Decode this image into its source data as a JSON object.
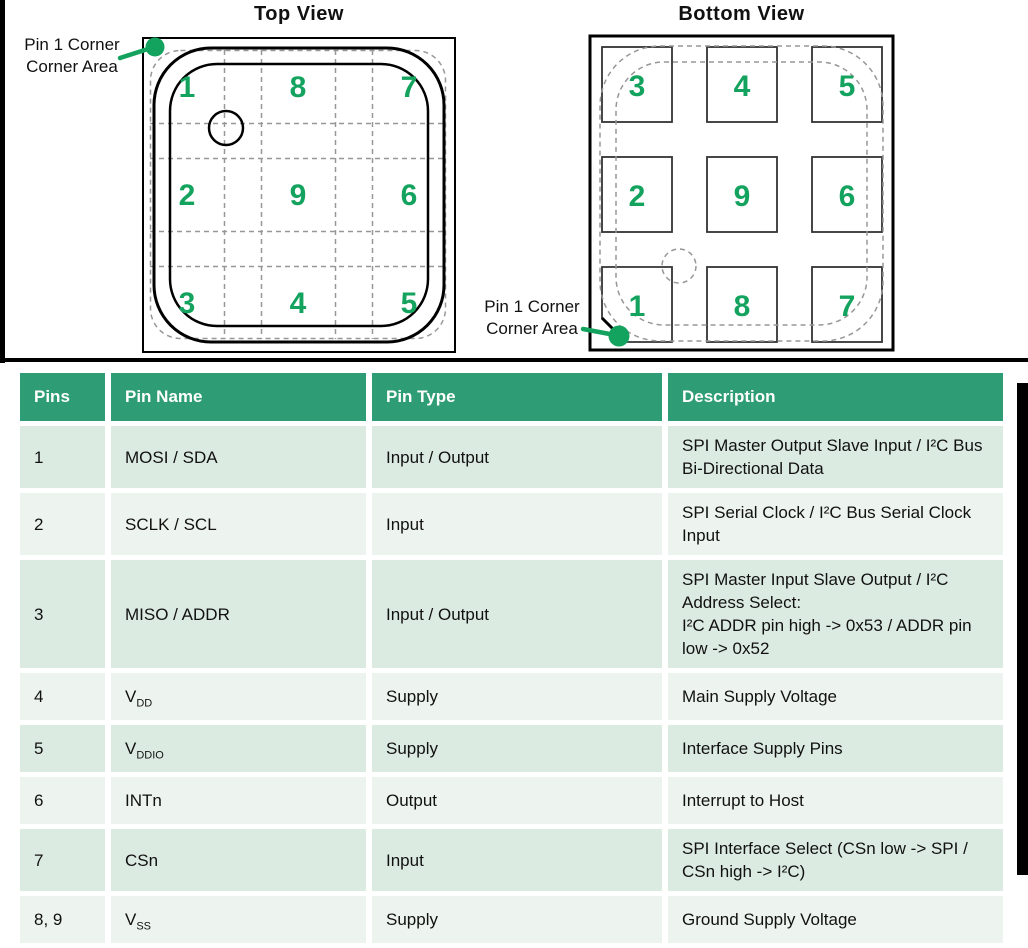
{
  "colors": {
    "accent_green": "#14a35e",
    "header_green": "#2e9d76",
    "row_dark": "#dcebe2",
    "row_light": "#edf4ef"
  },
  "diagrams": {
    "top_view": {
      "title": "Top View",
      "pins": [
        [
          "1",
          "8",
          "7"
        ],
        [
          "2",
          "9",
          "6"
        ],
        [
          "3",
          "4",
          "5"
        ]
      ],
      "label_line1": "Pin 1 Corner",
      "label_line2": "Corner Area"
    },
    "bottom_view": {
      "title": "Bottom View",
      "pins": [
        [
          "3",
          "4",
          "5"
        ],
        [
          "2",
          "9",
          "6"
        ],
        [
          "1",
          "8",
          "7"
        ]
      ],
      "label_line1": "Pin 1 Corner",
      "label_line2": "Corner Area"
    }
  },
  "table": {
    "headers": [
      "Pins",
      "Pin Name",
      "Pin Type",
      "Description"
    ],
    "rows": [
      {
        "pins": "1",
        "name": {
          "base": "MOSI / SDA",
          "sub": ""
        },
        "type": "Input / Output",
        "desc": [
          "SPI Master Output Slave Input / I²C Bus Bi-Directional Data"
        ]
      },
      {
        "pins": "2",
        "name": {
          "base": "SCLK / SCL",
          "sub": ""
        },
        "type": "Input",
        "desc": [
          "SPI Serial Clock / I²C Bus Serial Clock Input"
        ]
      },
      {
        "pins": "3",
        "name": {
          "base": "MISO / ADDR",
          "sub": ""
        },
        "type": "Input / Output",
        "desc": [
          "SPI Master Input Slave Output / I²C Address Select:",
          "I²C ADDR pin high -> 0x53 / ADDR pin low -> 0x52"
        ]
      },
      {
        "pins": "4",
        "name": {
          "base": "V",
          "sub": "DD"
        },
        "type": "Supply",
        "desc": [
          "Main Supply Voltage"
        ]
      },
      {
        "pins": "5",
        "name": {
          "base": "V",
          "sub": "DDIO"
        },
        "type": "Supply",
        "desc": [
          "Interface Supply Pins"
        ]
      },
      {
        "pins": "6",
        "name": {
          "base": "INTn",
          "sub": ""
        },
        "type": "Output",
        "desc": [
          "Interrupt to Host"
        ]
      },
      {
        "pins": "7",
        "name": {
          "base": "CSn",
          "sub": ""
        },
        "type": "Input",
        "desc": [
          "SPI Interface Select (CSn low -> SPI / CSn high -> I²C)"
        ]
      },
      {
        "pins": "8, 9",
        "name": {
          "base": "V",
          "sub": "SS"
        },
        "type": "Supply",
        "desc": [
          "Ground Supply Voltage"
        ]
      }
    ]
  }
}
